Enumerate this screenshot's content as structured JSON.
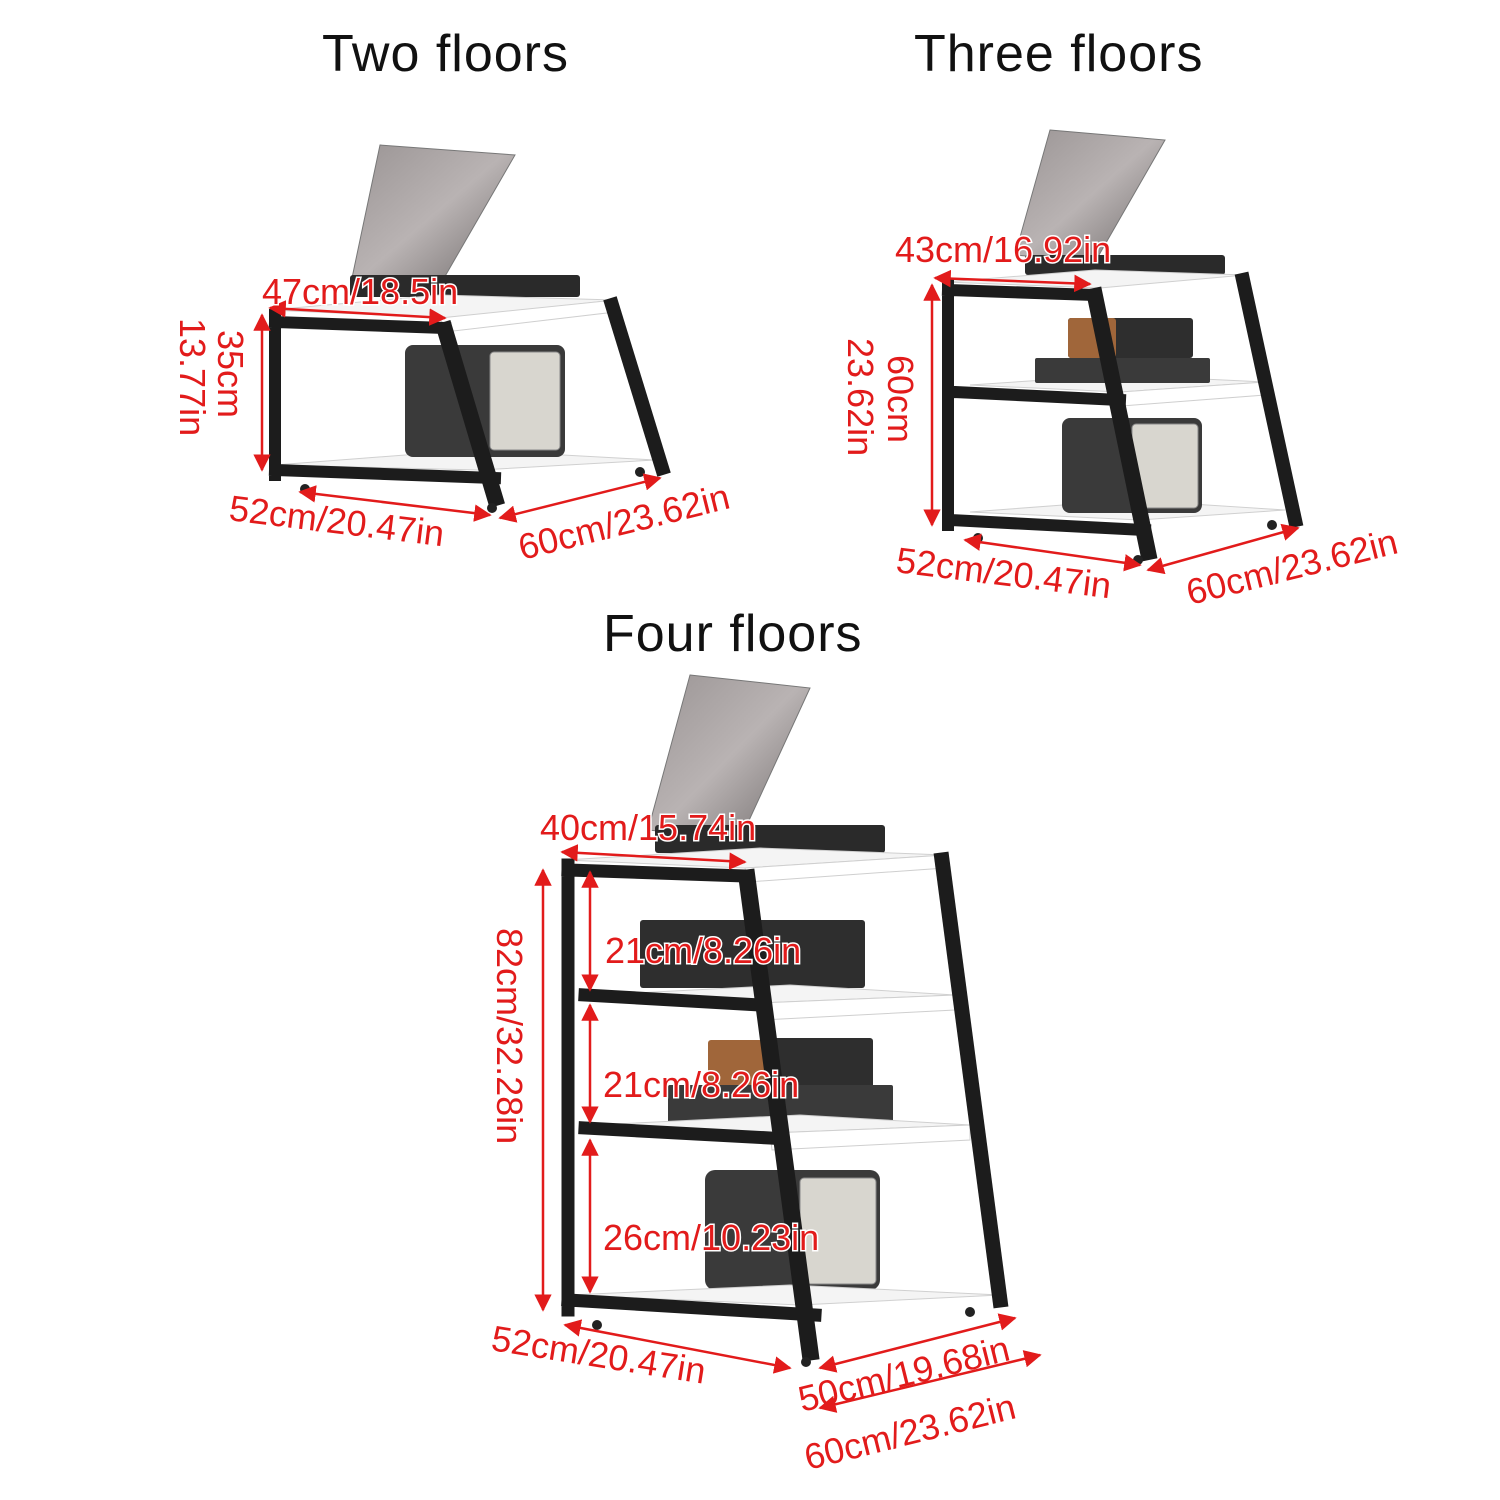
{
  "colors": {
    "dimension": "#e21b1b",
    "frame": "#1c1c1c",
    "shelf": "#f4f4f4",
    "lid": "#8a8585"
  },
  "two_floors": {
    "title": "Two floors",
    "top_width": "47cm/18.5in",
    "height_cm": "35cm",
    "height_in": "13.77in",
    "depth": "52cm/20.47in",
    "width": "60cm/23.62in"
  },
  "three_floors": {
    "title": "Three floors",
    "top_width": "43cm/16.92in",
    "height_cm": "60cm",
    "height_in": "23.62in",
    "depth": "52cm/20.47in",
    "width": "60cm/23.62in"
  },
  "four_floors": {
    "title": "Four floors",
    "top_width": "40cm/15.74in",
    "height": "82cm/32.28in",
    "gap_1": "21cm/8.26in",
    "gap_2": "21cm/8.26in",
    "gap_3": "26cm/10.23in",
    "depth": "52cm/20.47in",
    "top_depth": "50cm/19.68in",
    "width": "60cm/23.62in"
  }
}
